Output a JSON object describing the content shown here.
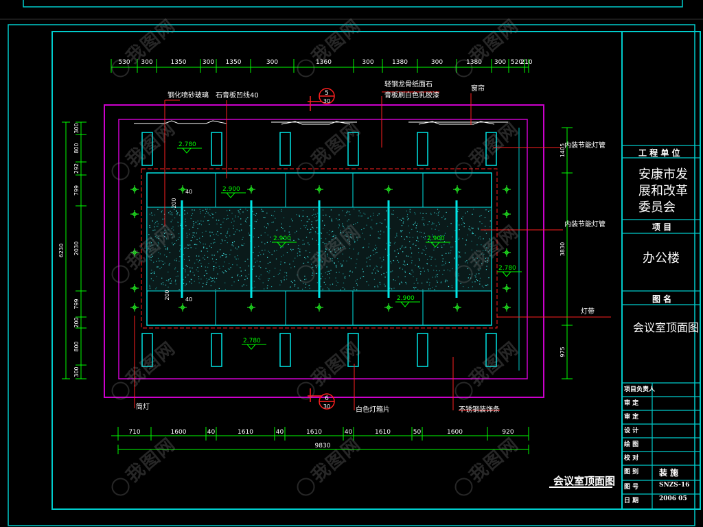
{
  "colors": {
    "background": "#000000",
    "frame": "#00cccc",
    "dim": "#00ff00",
    "outline": "#cc00cc",
    "ceiling": "#00e6e6",
    "light": "#20e020",
    "text": "#ffffff",
    "leader": "#ff2020",
    "level": "#00ff00"
  },
  "dimensions_top": [
    "530",
    "300",
    "1350",
    "300",
    "1350",
    "300",
    "1360",
    "300",
    "1380",
    "300",
    "1380",
    "300",
    "520",
    "210"
  ],
  "dimensions_bottom": [
    "710",
    "1600",
    "40",
    "1610",
    "40",
    "1610",
    "40",
    "1610",
    "50",
    "1600",
    "920"
  ],
  "dimension_total": "9830",
  "dimensions_left_inner": [
    "300",
    "800",
    "292",
    "799",
    "2030",
    "799",
    "200",
    "800",
    "300"
  ],
  "dimension_left_total": "6230",
  "dimensions_right": [
    "1405",
    "3830",
    "975"
  ],
  "annotations": {
    "glass": "钢化喷砂玻璃",
    "gypsum_line": "石膏板凹线40",
    "keel": "轻钢龙骨纸面石",
    "paint": "膏板刷白色乳胶漆",
    "curtain": "窗帘",
    "light_trough_1": "内装节能灯管",
    "light_trough_2": "内装节能灯管",
    "light_strip": "灯带",
    "downlight": "筒灯",
    "white_panel": "白色灯箱片",
    "steel_trim": "不锈钢装饰条"
  },
  "section_marks": [
    {
      "num": "5",
      "sheet": "30"
    },
    {
      "num": "6",
      "sheet": "30"
    }
  ],
  "levels": [
    "2.780",
    "2.900",
    "2.900",
    "2.900",
    "2.780",
    "2.900",
    "2.780"
  ],
  "small_dims": [
    "40",
    "40",
    "200",
    "200"
  ],
  "drawing_title": "会议室顶面图",
  "title_block": {
    "unit_header": "工 程 单 位",
    "unit_name_lines": [
      "安康市发",
      "展和改革",
      "委员会"
    ],
    "project_header": "项 目",
    "project_name": "办公楼",
    "drawing_header": "图 名",
    "drawing_name": "会议室顶面图",
    "rows": [
      {
        "label": "项目负责人",
        "value": ""
      },
      {
        "label": "审 定",
        "value": ""
      },
      {
        "label": "审 定",
        "value": ""
      },
      {
        "label": "设 计",
        "value": ""
      },
      {
        "label": "绘 图",
        "value": ""
      },
      {
        "label": "校 对",
        "value": ""
      },
      {
        "label": "图 别",
        "value": "装 施"
      },
      {
        "label": "图 号",
        "value": "SNZS-16"
      },
      {
        "label": "日 期",
        "value": "2006 05"
      }
    ]
  },
  "watermark": "我图网"
}
